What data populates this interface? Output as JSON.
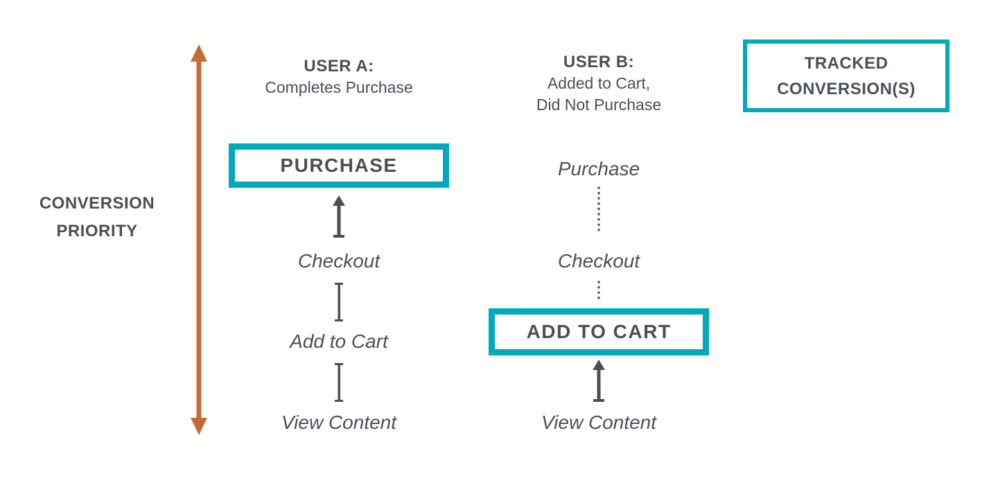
{
  "colors": {
    "teal": "#00a9bb",
    "orange": "#c96a35",
    "dark": "#4a4f57"
  },
  "priority_axis": {
    "line1": "CONVERSION",
    "line2": "PRIORITY"
  },
  "tracked_legend": {
    "line1": "TRACKED",
    "line2": "CONVERSION(S)"
  },
  "user_a": {
    "heading": "USER A:",
    "subheading": "Completes Purchase",
    "tracked_step": "PURCHASE",
    "steps": {
      "checkout": "Checkout",
      "add_to_cart": "Add to Cart",
      "view_content": "View Content"
    }
  },
  "user_b": {
    "heading": "USER B:",
    "subheading_line1": "Added to Cart,",
    "subheading_line2": "Did Not Purchase",
    "tracked_step": "ADD TO CART",
    "steps": {
      "purchase": "Purchase",
      "checkout": "Checkout",
      "view_content": "View Content"
    }
  }
}
